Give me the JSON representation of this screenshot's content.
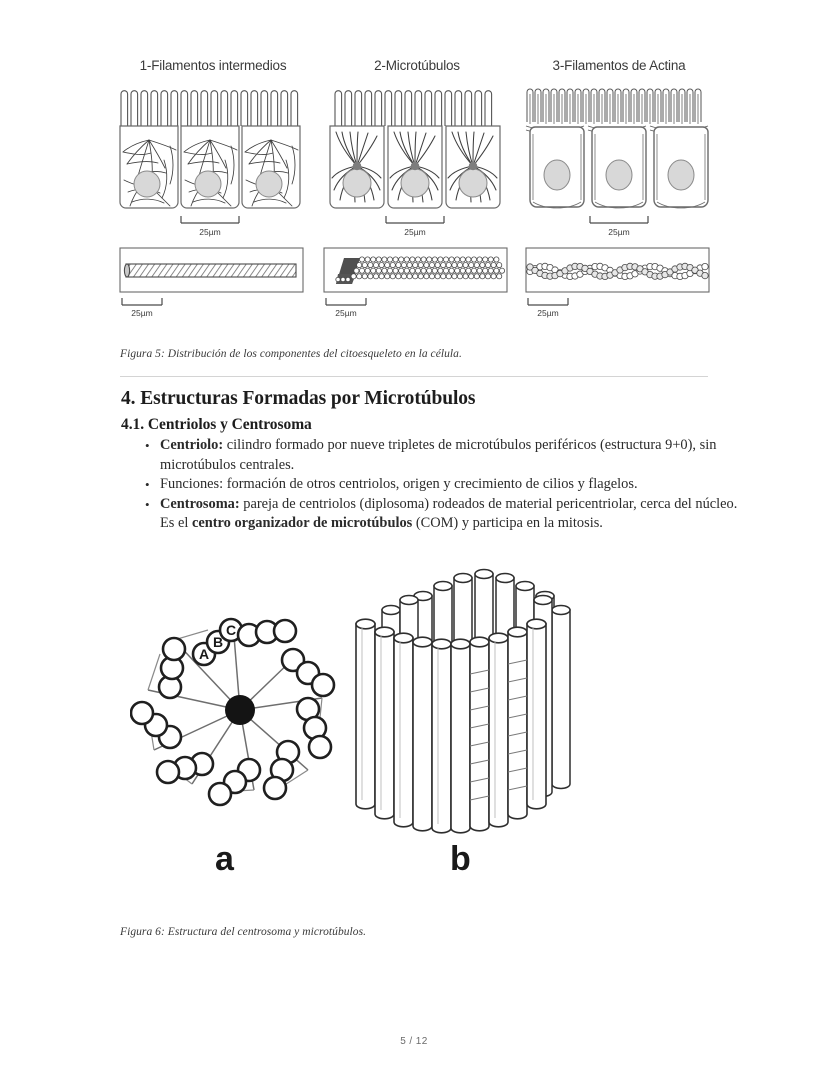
{
  "document": {
    "page_label": "5 / 12"
  },
  "figure5": {
    "caption": "Figura 5: Distribución de los componentes del citoesqueleto en la célula.",
    "panels": [
      {
        "title": "1-Filamentos intermedios",
        "scale_top": "25µm",
        "scale_bottom": "25µm",
        "kind": "intermediate-filaments"
      },
      {
        "title": "2-Microtúbulos",
        "scale_top": "25µm",
        "scale_bottom": "25µm",
        "kind": "microtubules"
      },
      {
        "title": "3-Filamentos de Actina",
        "scale_top": "25µm",
        "scale_bottom": "25µm",
        "kind": "actin-filaments"
      }
    ]
  },
  "section": {
    "heading": "4. Estructuras Formadas por Microtúbulos",
    "subheading": "4.1. Centriolos y Centrosoma",
    "bullets": [
      {
        "lead": "Centriolo:",
        "text": " cilindro formado por nueve tripletes de microtúbulos periféricos (estructura 9+0), sin microtúbulos centrales."
      },
      {
        "lead": "",
        "text": "Funciones: formación de otros centriolos, origen y crecimiento de cilios y flagelos."
      },
      {
        "lead": "Centrosoma:",
        "text": " pareja de centriolos (diplosoma) rodeados de material pericentriolar, cerca del núcleo. Es el ",
        "emph": "centro organizador de microtúbulos",
        "tail": " (COM) y participa en la mitosis."
      }
    ]
  },
  "figure6": {
    "caption": "Figura 6: Estructura del centrosoma y microtúbulos.",
    "panel_a_label": "a",
    "panel_b_label": "b",
    "triplet_labels": [
      "A",
      "B",
      "C"
    ],
    "triplet_count": 9
  },
  "colors": {
    "ink": "#231f20",
    "line": "#4a4a4a",
    "nucleus_fill": "#d8d8d8",
    "rule": "#d4d4d4",
    "hub": "#1a1a1a"
  }
}
